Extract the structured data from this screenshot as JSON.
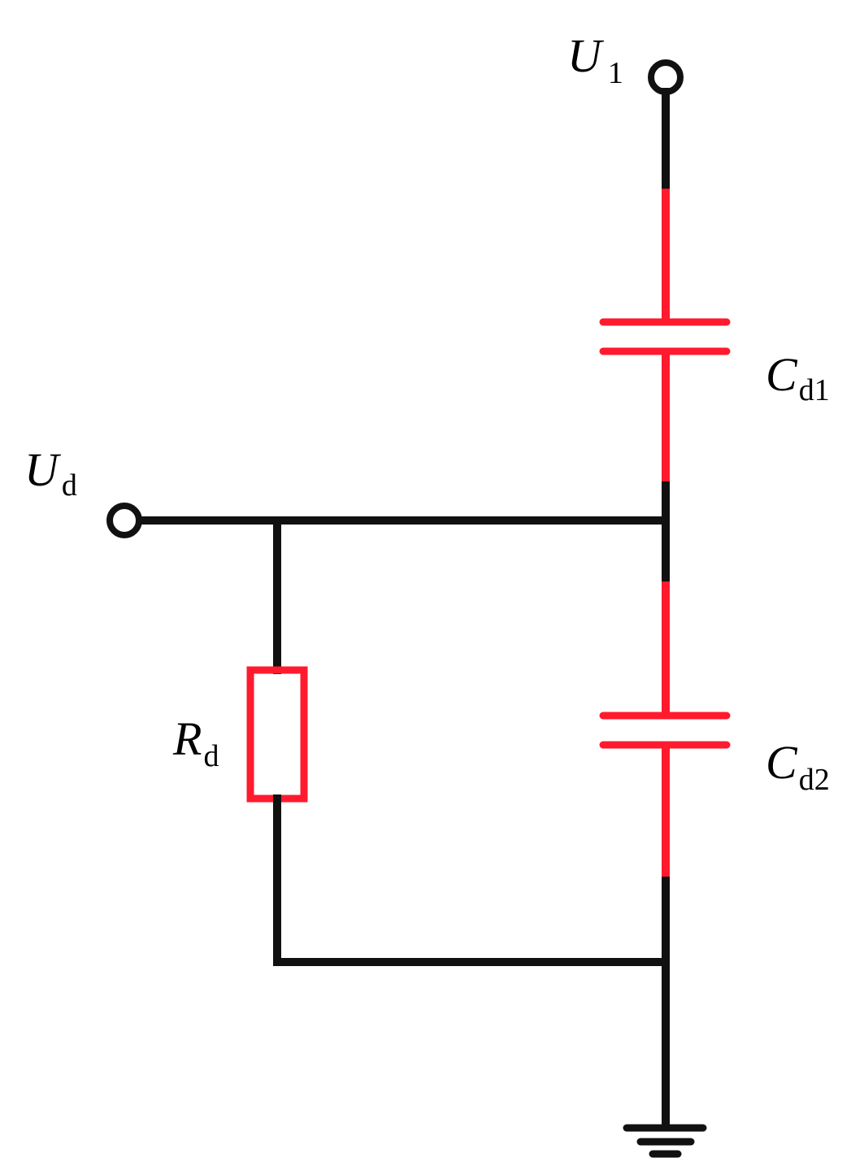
{
  "labels": {
    "u1": {
      "main": "U",
      "sub": "1"
    },
    "ud": {
      "main": "U",
      "sub": "d"
    },
    "cd1": {
      "main": "C",
      "sub": "d1"
    },
    "cd2": {
      "main": "C",
      "sub": "d2"
    },
    "rd": {
      "main": "R",
      "sub": "d"
    }
  },
  "colors": {
    "wire": "#111111",
    "component": "#ff1a2e",
    "background": "#ffffff"
  }
}
